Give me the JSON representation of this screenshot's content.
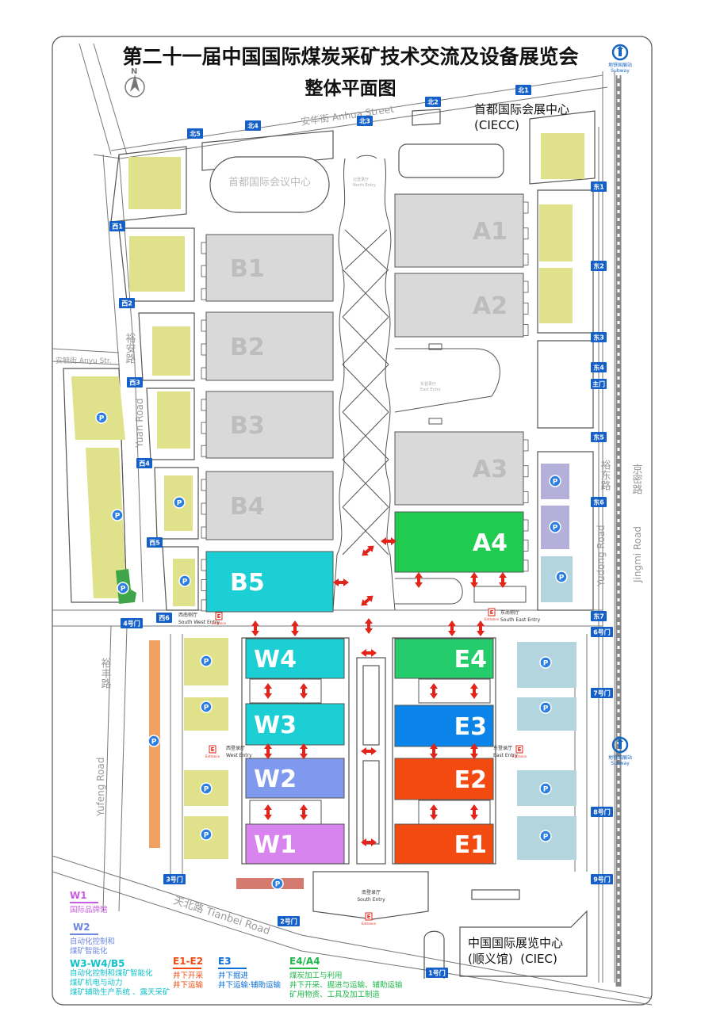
{
  "title": {
    "line1": "第二十一届中国国际煤炭采矿技术交流及设备展览会",
    "line2": "整体平面图"
  },
  "compass": "N",
  "venues": {
    "ciecc_cn": "首都国际会展中心",
    "ciecc_en": "(CIECC)",
    "ciec_cn": "中国国际展览中心",
    "ciec_sub": "(顺义馆)",
    "ciec_en": "(CIEC)",
    "conference_center": "首都国际会议中心"
  },
  "roads": {
    "anhua": "安华街 Anhua Street",
    "anyu": "安毓街 Anyu Str.",
    "yuan_cn": "裕安路",
    "yuan_en": "Yuan Road",
    "yudong_cn": "裕东路",
    "yudong_en": "Yudong Road",
    "jingmi_cn": "京密路",
    "jingmi_en": "Jingmi Road",
    "yufeng_cn": "裕丰路",
    "yufeng_en": "Yufeng Road",
    "tianbei": "天北路 Tianbei Road"
  },
  "subway": {
    "cn": "地铁国展站",
    "en": "Subway"
  },
  "halls": [
    {
      "id": "A1",
      "color": "#d9d9d9"
    },
    {
      "id": "A2",
      "color": "#d9d9d9"
    },
    {
      "id": "A3",
      "color": "#d9d9d9"
    },
    {
      "id": "A4",
      "color": "#1fcc4f"
    },
    {
      "id": "B1",
      "color": "#d9d9d9"
    },
    {
      "id": "B2",
      "color": "#d9d9d9"
    },
    {
      "id": "B3",
      "color": "#d9d9d9"
    },
    {
      "id": "B4",
      "color": "#d9d9d9"
    },
    {
      "id": "B5",
      "color": "#1ccfd4"
    },
    {
      "id": "W4",
      "color": "#1ccfd4"
    },
    {
      "id": "W3",
      "color": "#1ccfd4"
    },
    {
      "id": "W2",
      "color": "#7f99ee"
    },
    {
      "id": "W1",
      "color": "#d884ee"
    },
    {
      "id": "E4",
      "color": "#25cc6b"
    },
    {
      "id": "E3",
      "color": "#0a84e8"
    },
    {
      "id": "E2",
      "color": "#f24a10"
    },
    {
      "id": "E1",
      "color": "#f24a10"
    }
  ],
  "entrances": {
    "south_west_cn": "西南侧厅",
    "south_west_en": "South West Entry",
    "south_east_cn": "东南侧厅",
    "south_east_en": "South East Entry",
    "west_cn": "西登录厅",
    "west_en": "West Entry",
    "east_cn": "东登录厅",
    "east_en": "East Entry",
    "south_cn": "南登录厅",
    "south_en": "South Entry",
    "north_cn": "北登录厅",
    "north_en": "North Entry",
    "east_mid_cn": "东登录厅",
    "east_mid_en": "East Entry",
    "entrance_word": "Entrance",
    "entrance_letter": "E"
  },
  "gates": {
    "north": [
      "北1",
      "北2",
      "北3",
      "北4",
      "北5"
    ],
    "east": [
      "东1",
      "东2",
      "东3",
      "东4",
      "主门",
      "东5",
      "东6",
      "东7"
    ],
    "west": [
      "西1",
      "西2",
      "西3",
      "西4",
      "西5",
      "西6"
    ],
    "numbered": [
      "1号门",
      "2号门",
      "3号门",
      "4号门",
      "6号门",
      "7号门",
      "8号门",
      "9号门"
    ]
  },
  "parking_letter": "P",
  "legend": {
    "w1": {
      "head": "W1",
      "lines": [
        "国际品牌馆"
      ],
      "color": "#c95ce0"
    },
    "w2": {
      "head": "W2",
      "lines": [
        "自动化控制和",
        "煤矿智能化"
      ],
      "color": "#6d86e0"
    },
    "w3": {
      "head": "W3-W4/B5",
      "lines": [
        "自动化控制和煤矿智能化",
        "煤矿机电与动力",
        "煤矿辅助生产系统 、露天采矿"
      ],
      "color": "#12c2c9"
    },
    "e1": {
      "head": "E1-E2",
      "lines": [
        "井下开采",
        "井下运输"
      ],
      "color": "#f24a10"
    },
    "e3": {
      "head": "E3",
      "lines": [
        "井下掘进",
        "井下运输·辅助运输"
      ],
      "color": "#0a6fd8"
    },
    "e4": {
      "head": "E4/A4",
      "lines": [
        "煤炭加工与利用",
        "井下开采、掘进与运输、辅助运输",
        "矿用物资、工具及加工制造"
      ],
      "color": "#20b84a"
    }
  }
}
